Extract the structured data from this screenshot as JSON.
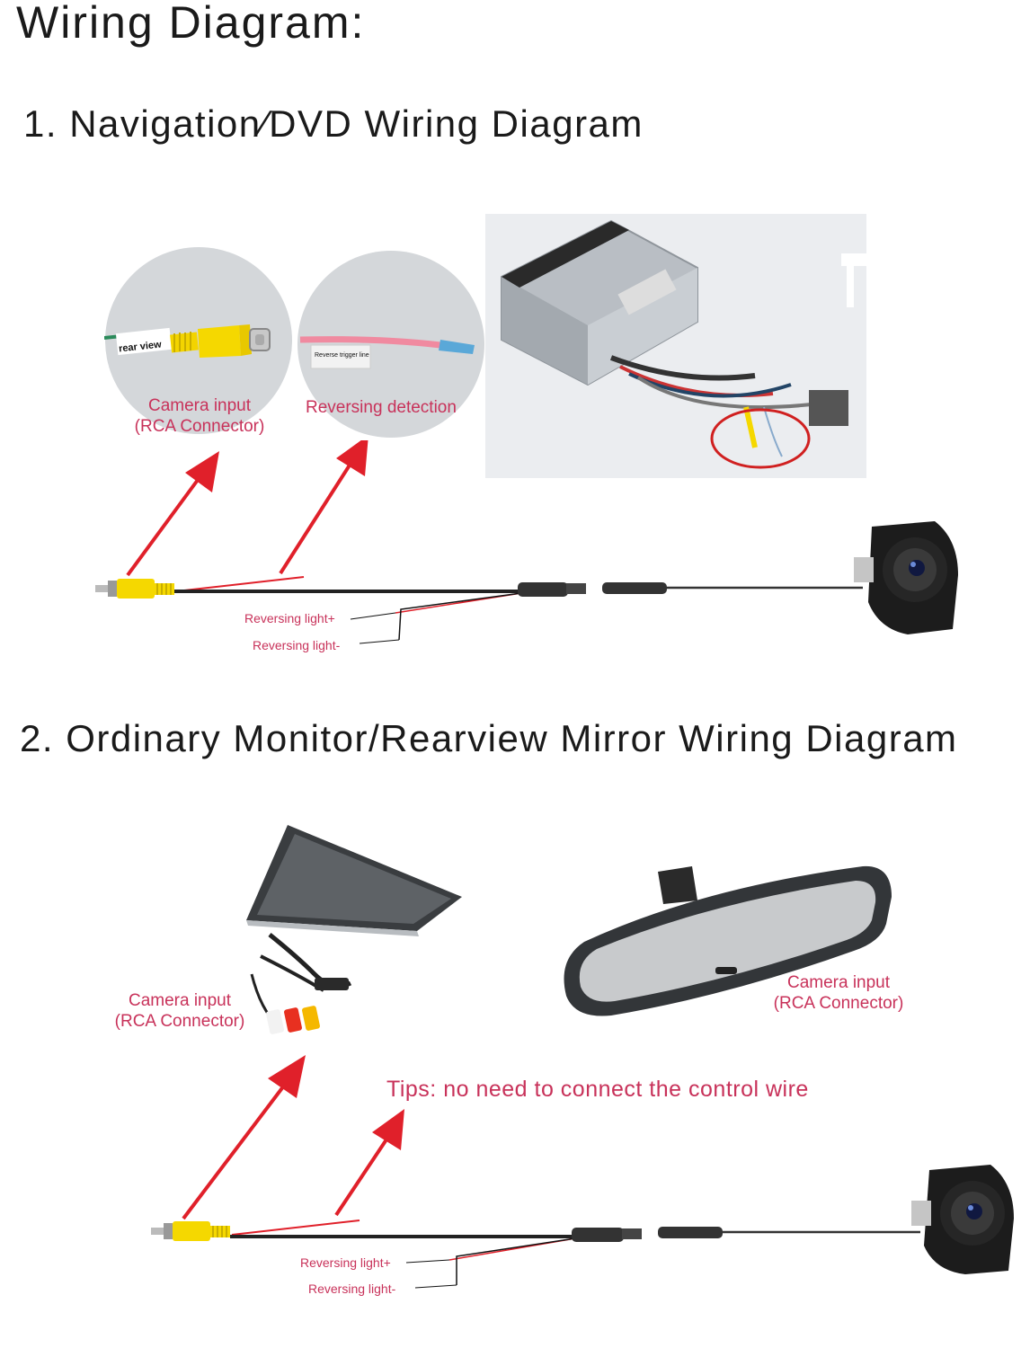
{
  "page": {
    "title": "Wiring  Diagram:",
    "colors": {
      "accent": "#c8325a",
      "arrow": "#e0202a",
      "text": "#1a1a1a",
      "cable": "#222222",
      "rca_yellow": "#f5d800"
    }
  },
  "section1": {
    "title": "1. Navigation⁄DVD  Wiring  Diagram",
    "circle_left": {
      "tag": "rear view",
      "label_line1": "Camera input",
      "label_line2": "(RCA Connector)"
    },
    "circle_right": {
      "tag": "Reverse trigger line",
      "label": "Reversing detection"
    },
    "wire_labels": {
      "plus": "Reversing light+",
      "minus": "Reversing light-"
    }
  },
  "section2": {
    "title": "2. Ordinary Monitor/Rearview Mirror Wiring Diagram",
    "monitor_label_line1": "Camera input",
    "monitor_label_line2": "(RCA Connector)",
    "mirror_label_line1": "Camera input",
    "mirror_label_line2": "(RCA Connector)",
    "tips": "Tips: no need to connect the control wire",
    "wire_labels": {
      "plus": "Reversing light+",
      "minus": "Reversing light-"
    }
  }
}
